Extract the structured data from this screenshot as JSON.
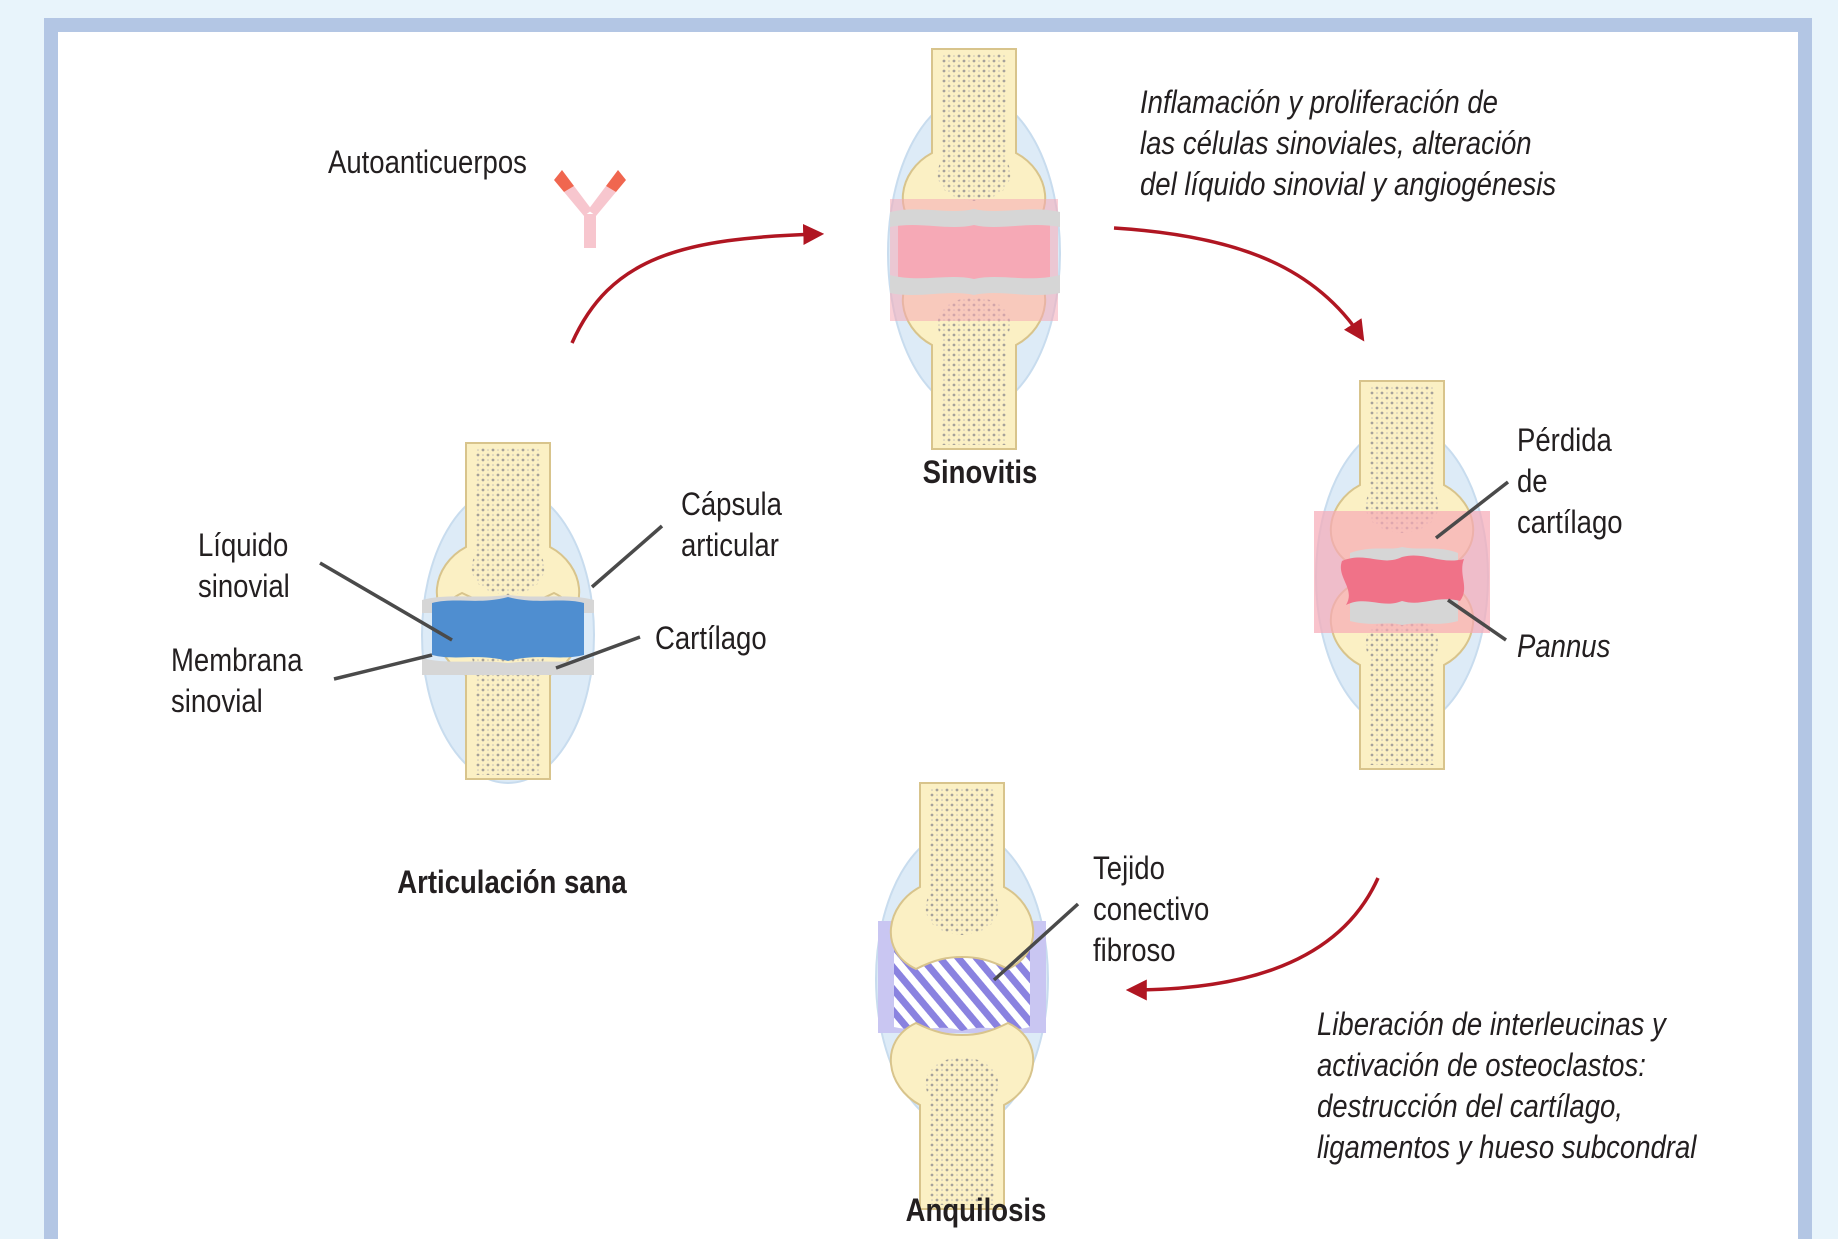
{
  "stages": {
    "healthy": {
      "title": "Articulación sana",
      "labels": {
        "synovial_fluid": [
          "Líquido",
          "sinovial"
        ],
        "synovial_membrane": [
          "Membrana",
          "sinovial"
        ],
        "joint_capsule": [
          "Cápsula",
          "articular"
        ],
        "cartilage": "Cartílago"
      }
    },
    "synovitis": {
      "title": "Sinovitis"
    },
    "pannus_stage": {
      "labels": {
        "cartilage_loss": [
          "Pérdida",
          "de",
          "cartílago"
        ],
        "pannus": "Pannus"
      }
    },
    "ankylosis": {
      "title": "Anquilosis",
      "labels": {
        "fibrous_tissue": [
          "Tejido",
          "conectivo",
          "fibroso"
        ]
      }
    }
  },
  "trigger": {
    "label": "Autoanticuerpos",
    "icon": "antibody-icon"
  },
  "transitions": {
    "to_pannus": [
      "Inflamación y proliferación de",
      "las células sinoviales, alteración",
      "del líquido sinovial y angiogénesis"
    ],
    "to_ankylosis": [
      "Liberación de interleucinas y",
      "activación de osteoclastos:",
      "destrucción del cartílago,",
      "ligamentos y hueso subcondral"
    ]
  },
  "colors": {
    "bone": "#fbf0c4",
    "bone_outline": "#d8c48c",
    "marrow_dots": "#a5a19a",
    "capsule": "#ddebf7",
    "cartilage": "#d6d6d6",
    "synovial_fluid": "#4f8ed0",
    "inflamed": "#f6a9b6",
    "pannus": "#f07288",
    "fibrous_tissue": "#8a82e0",
    "arrow": "#b01622",
    "leader": "#4a4a4a",
    "frame": "#b3c6e4"
  }
}
